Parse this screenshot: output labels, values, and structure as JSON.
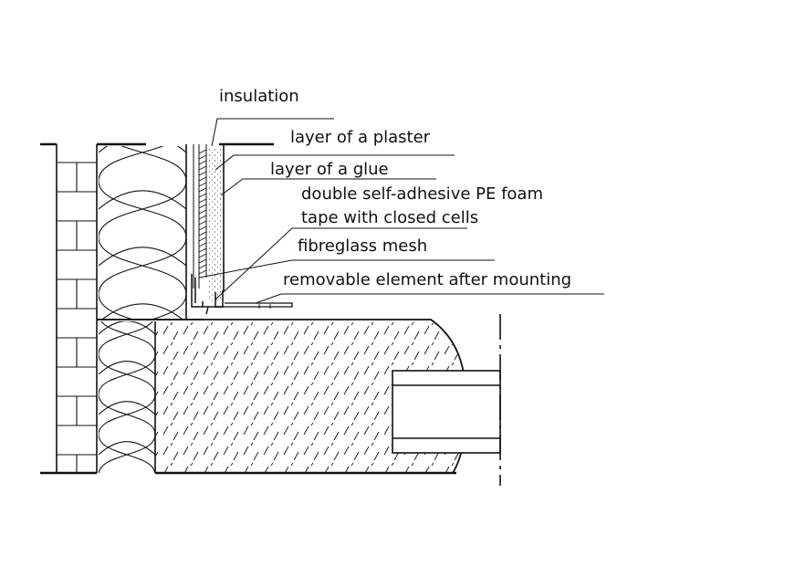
{
  "labels": {
    "insulation": "insulation",
    "plaster": "layer of a plaster",
    "glue": "layer of a glue",
    "foam_line1": "double self-adhesive PE foam",
    "foam_line2": "tape with closed cells",
    "mesh": "fibreglass mesh",
    "removable": "removable element after mounting"
  }
}
